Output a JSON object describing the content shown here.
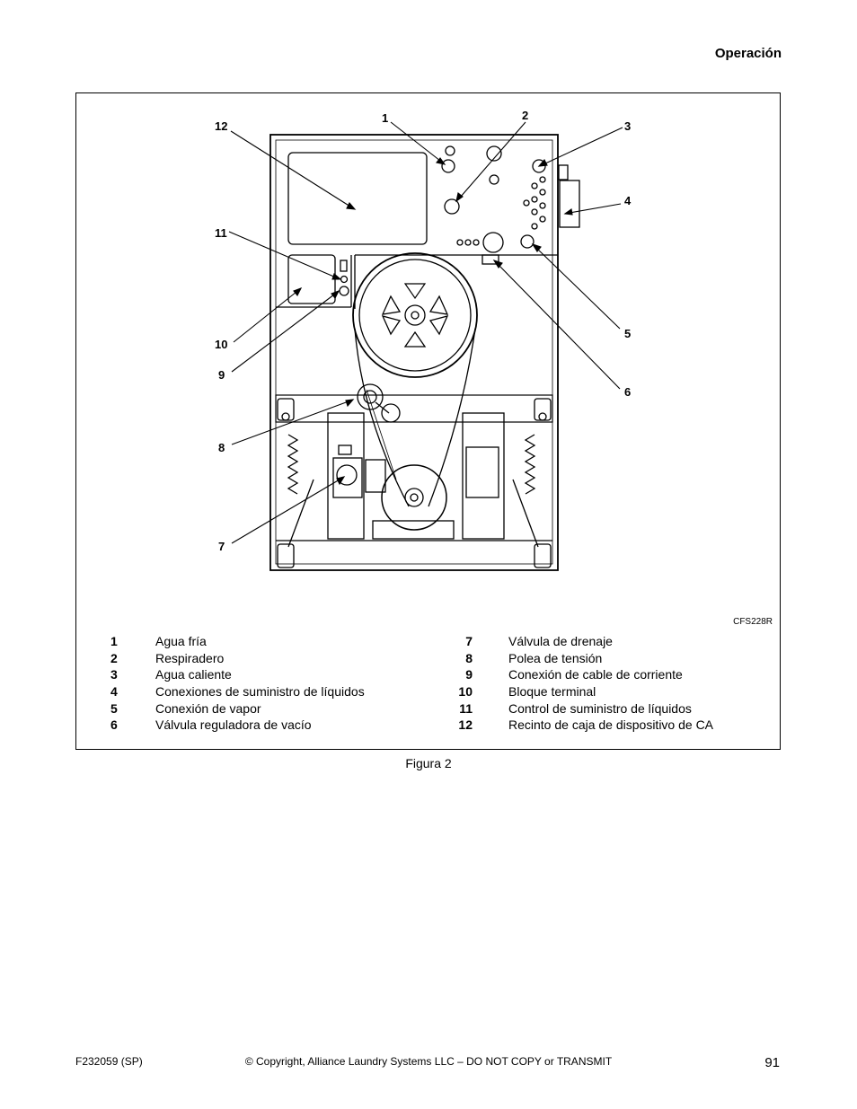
{
  "header": {
    "section": "Operación"
  },
  "figure": {
    "code": "CFS228R",
    "callouts": [
      "1",
      "2",
      "3",
      "4",
      "5",
      "6",
      "7",
      "8",
      "9",
      "10",
      "11",
      "12"
    ],
    "legend_left": [
      {
        "num": "1",
        "label": "Agua fría"
      },
      {
        "num": "2",
        "label": "Respiradero"
      },
      {
        "num": "3",
        "label": "Agua caliente"
      },
      {
        "num": "4",
        "label": "Conexiones de suministro de líquidos"
      },
      {
        "num": "5",
        "label": "Conexión de vapor"
      },
      {
        "num": "6",
        "label": "Válvula reguladora de vacío"
      }
    ],
    "legend_right": [
      {
        "num": "7",
        "label": "Válvula de drenaje"
      },
      {
        "num": "8",
        "label": "Polea de tensión"
      },
      {
        "num": "9",
        "label": "Conexión de cable de corriente"
      },
      {
        "num": "10",
        "label": "Bloque terminal"
      },
      {
        "num": "11",
        "label": "Control de suministro de líquidos"
      },
      {
        "num": "12",
        "label": "Recinto de caja de dispositivo de CA"
      }
    ],
    "caption": "Figura 2"
  },
  "footer": {
    "doc_id": "F232059 (SP)",
    "copyright": "© Copyright, Alliance Laundry Systems LLC – DO NOT COPY or TRANSMIT",
    "page": "91"
  }
}
